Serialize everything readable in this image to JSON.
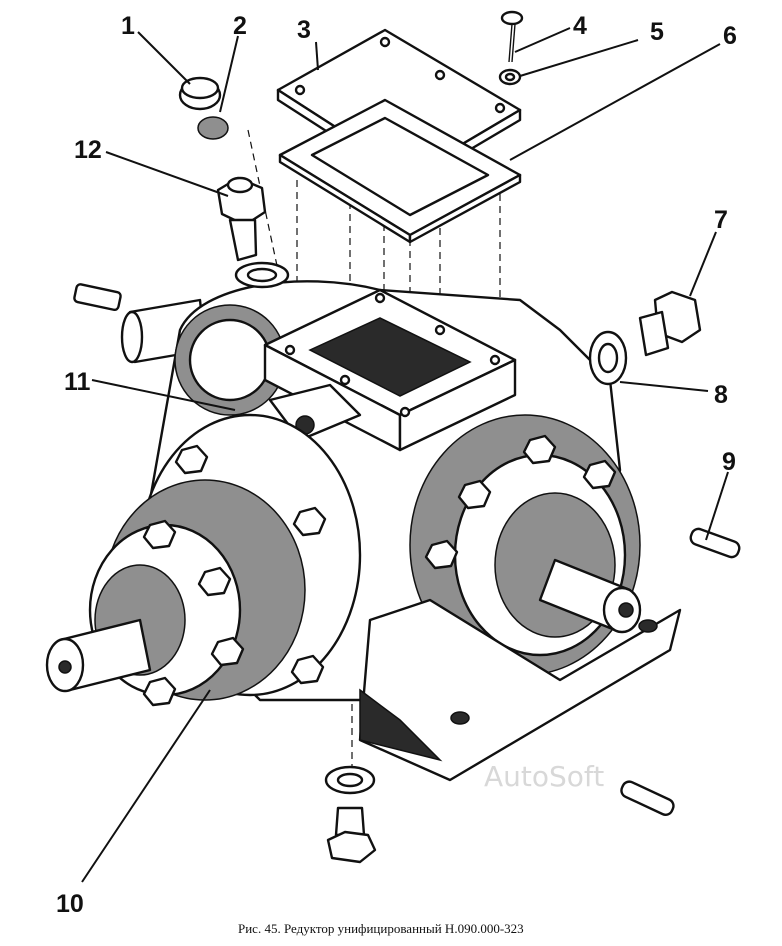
{
  "figure": {
    "caption": "Рис. 45. Редуктор унифицированный Н.090.000-323",
    "watermark": "AutoSoft",
    "callouts": [
      {
        "id": "callout-1",
        "label": "1"
      },
      {
        "id": "callout-2",
        "label": "2"
      },
      {
        "id": "callout-3",
        "label": "3"
      },
      {
        "id": "callout-4",
        "label": "4"
      },
      {
        "id": "callout-5",
        "label": "5"
      },
      {
        "id": "callout-6",
        "label": "6"
      },
      {
        "id": "callout-7",
        "label": "7"
      },
      {
        "id": "callout-8",
        "label": "8"
      },
      {
        "id": "callout-9",
        "label": "9"
      },
      {
        "id": "callout-10",
        "label": "10"
      },
      {
        "id": "callout-11",
        "label": "11"
      },
      {
        "id": "callout-12",
        "label": "12"
      }
    ]
  }
}
